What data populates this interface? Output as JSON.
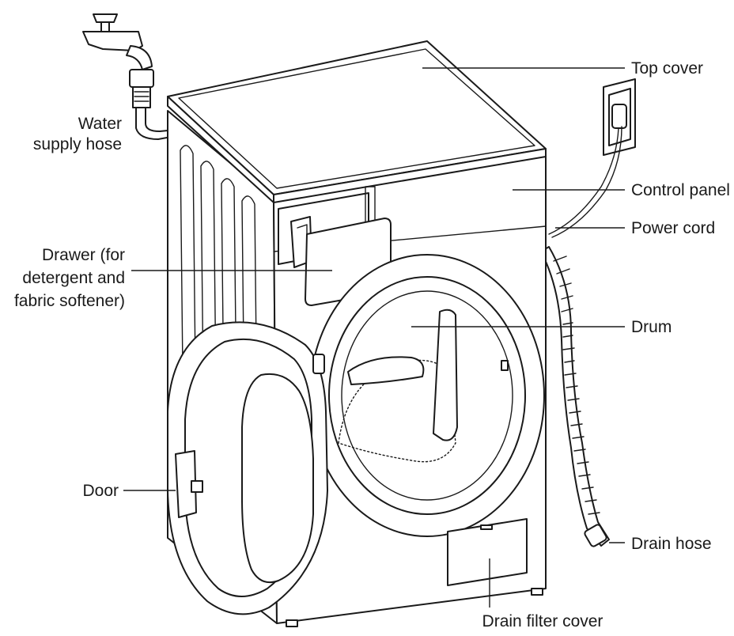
{
  "labels": {
    "water_supply_hose": [
      "Water",
      "supply hose"
    ],
    "top_cover": "Top cover",
    "control_panel": "Control panel",
    "power_cord": "Power cord",
    "drawer": [
      "Drawer (for",
      "detergent and",
      "fabric softener)"
    ],
    "drum": "Drum",
    "door": "Door",
    "drain_hose": "Drain hose",
    "drain_filter_cover": "Drain filter cover"
  },
  "colors": {
    "line": "#1a1a1a",
    "background": "#ffffff"
  }
}
